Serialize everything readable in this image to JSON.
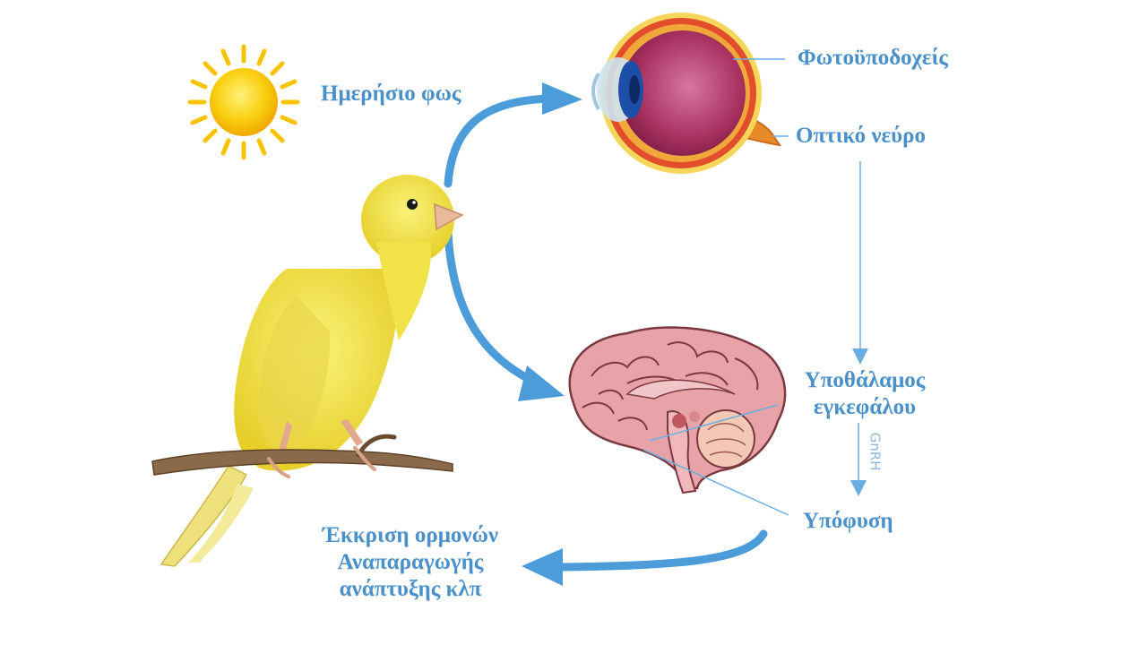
{
  "labels": {
    "daylight": "Ημερήσιο φως",
    "photoreceptors": "Φωτοϋποδοχείς",
    "optic_nerve": "Οπτικό νεύρο",
    "hypothalamus_line1": "Υποθάλαμος",
    "hypothalamus_line2": "εγκεφάλου",
    "gnrh": "GnRH",
    "pituitary": "Υπόφυση",
    "hormones_line1": "Έκκριση ορμονών",
    "hormones_line2": "Αναπαραγωγής",
    "hormones_line3": "ανάπτυξης κλπ"
  },
  "colors": {
    "label_blue": "#4a90c9",
    "arrow_blue": "#4b9cd8",
    "line_blue": "#6aaee0",
    "canary_yellow": "#f2e24a",
    "sun_yellow": "#f7c300",
    "eye_magenta": "#b23a6a",
    "brain_pink": "#e7a3a8",
    "branch_brown": "#7a5a3a"
  },
  "icons": [
    "sun-icon",
    "canary-bird",
    "eye-cross-section",
    "brain-cross-section"
  ]
}
